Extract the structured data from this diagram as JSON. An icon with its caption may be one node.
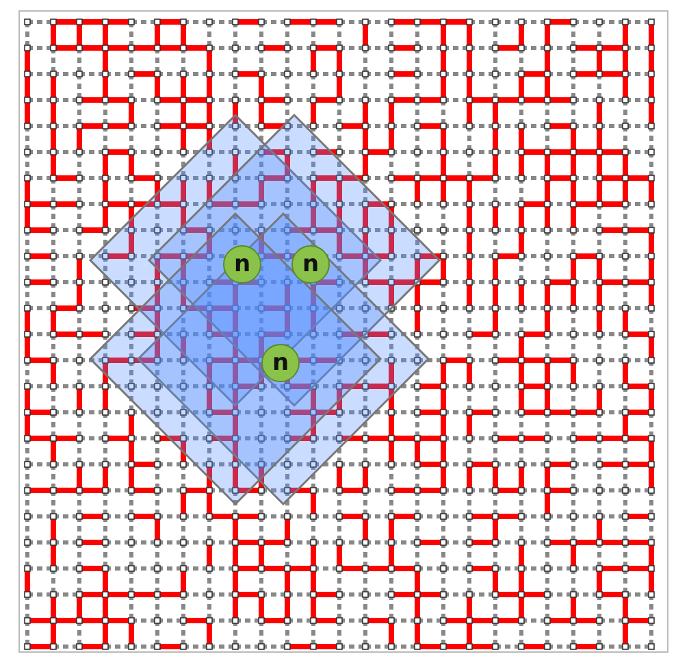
{
  "diagram": {
    "nodes": [
      {
        "text": [
          "n"
        ]
      },
      {
        "text": [
          "n"
        ]
      },
      {
        "text": [
          "n"
        ]
      }
    ]
  }
}
